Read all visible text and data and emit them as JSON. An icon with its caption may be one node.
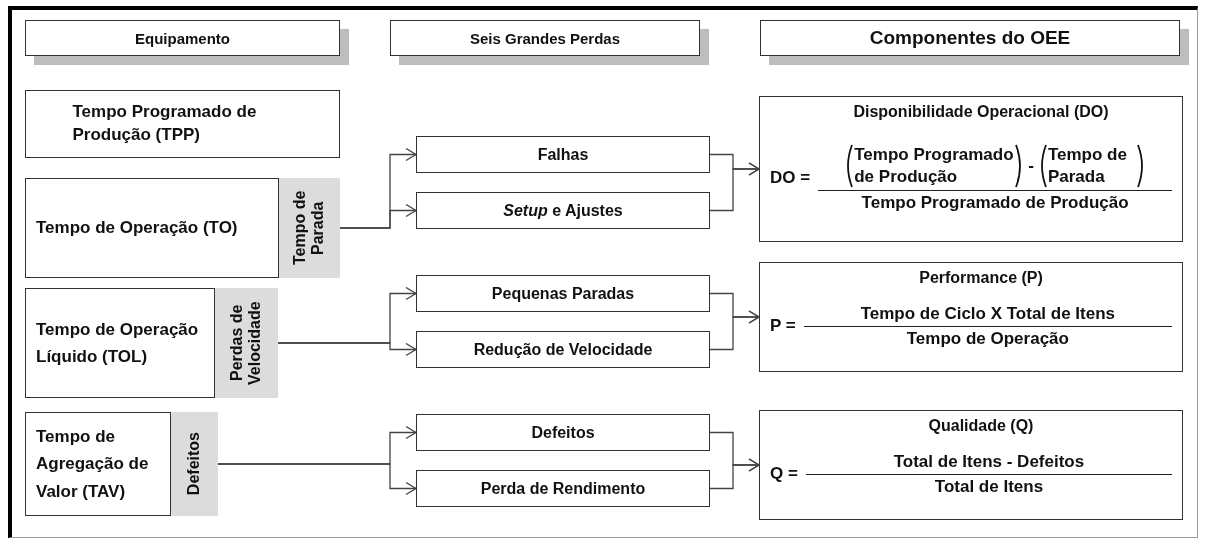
{
  "diagram": {
    "nodes": [
      {
        "text": [
          "Equipamento"
        ]
      },
      {
        "text": [
          "Seis Grandes Perdas"
        ]
      },
      {
        "text": [
          "Componentes do OEE"
        ]
      },
      {
        "text": [
          "Tempo Programado de Produção (TPP)"
        ]
      },
      {
        "text": [
          "Tempo de Operação (TO)"
        ]
      },
      {
        "text": [
          "Tempo de Parada"
        ],
        "in": 4
      },
      {
        "text": [
          "Tempo de Operação Líquido (TOL)"
        ]
      },
      {
        "text": [
          "Perdas de Velocidade"
        ],
        "in": 6
      },
      {
        "text": [
          "Tempo de Agregação de Valor (TAV)"
        ]
      },
      {
        "text": [
          "Defeitos"
        ],
        "in": 8
      },
      {
        "text": [
          "Falhas"
        ]
      },
      {
        "text": [
          "*Setup* e Ajustes"
        ]
      },
      {
        "text": [
          "Pequenas Paradas"
        ]
      },
      {
        "text": [
          "Redução de Velocidade"
        ]
      },
      {
        "text": [
          "Defeitos"
        ]
      },
      {
        "text": [
          "Perda de Rendimento"
        ]
      },
      {
        "text": [
          "Disponibilidade Operacional (DO)",
          "DO =",
          "Tempo Programado de Produção",
          "-",
          "Tempo de Parada",
          "Tempo Programado de Produção"
        ]
      },
      {
        "text": [
          "Performance (P)",
          "P =",
          "Tempo de Ciclo X Total de Itens",
          "Tempo de Operação"
        ]
      },
      {
        "text": [
          "Qualidade (Q)",
          "Q =",
          "Total de Itens - Defeitos",
          "Total de Itens"
        ]
      }
    ],
    "edges": [
      {
        "from": 5,
        "to": 10,
        "arrow": "to"
      },
      {
        "from": 5,
        "to": 11,
        "arrow": "to"
      },
      {
        "from": 7,
        "to": 12,
        "arrow": "to"
      },
      {
        "from": 7,
        "to": 13,
        "arrow": "to"
      },
      {
        "from": 9,
        "to": 14,
        "arrow": "to"
      },
      {
        "from": 9,
        "to": 15,
        "arrow": "to"
      },
      {
        "from": 10,
        "to": 16,
        "arrow": "to"
      },
      {
        "from": 11,
        "to": 16,
        "arrow": "to"
      },
      {
        "from": 12,
        "to": 17,
        "arrow": "to"
      },
      {
        "from": 13,
        "to": 17,
        "arrow": "to"
      },
      {
        "from": 14,
        "to": 18,
        "arrow": "to"
      },
      {
        "from": 15,
        "to": 18,
        "arrow": "to"
      }
    ]
  }
}
